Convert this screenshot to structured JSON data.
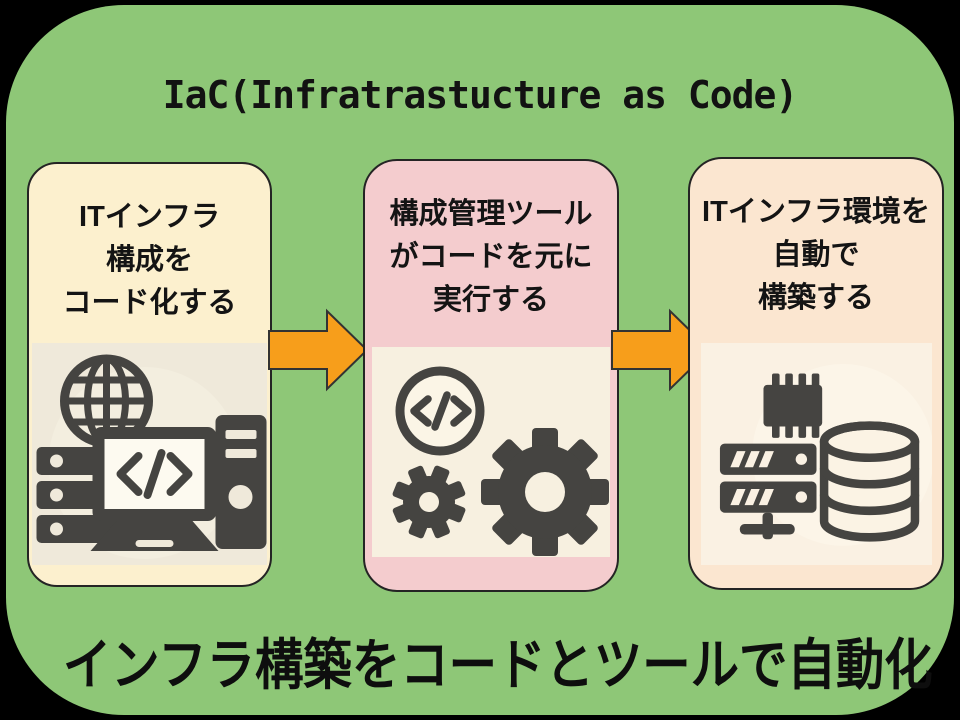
{
  "title": "IaC(Infratrastucture as Code)",
  "steps": [
    {
      "label_lines": [
        "ITインフラ",
        "構成を",
        "コード化する"
      ],
      "icon": "globe-server-code-computer-icon"
    },
    {
      "label_lines": [
        "構成管理ツール",
        "がコードを元に",
        "実行する"
      ],
      "icon": "code-circle-gears-icon"
    },
    {
      "label_lines": [
        "ITインフラ環境を",
        "自動で",
        "構築する"
      ],
      "icon": "chip-server-database-icon"
    }
  ],
  "footer": "インフラ構築をコードとツールで自動化",
  "colors": {
    "background": "#000000",
    "slide_green": "#8EC777",
    "box1_bg": "#FCF0CE",
    "box2_bg": "#F4CCCE",
    "box3_bg": "#FBE6D0",
    "icon_panel1_bg": "#EFE9DA",
    "icon_panel2_bg": "#F7F0E0",
    "icon_panel3_bg": "#FAF1E3",
    "icon_dark": "#454441",
    "arrow_orange": "#F79E1B",
    "text_black": "#121212"
  }
}
